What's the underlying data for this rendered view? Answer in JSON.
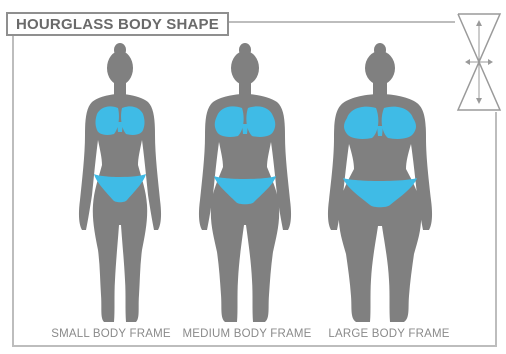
{
  "title": "HOURGLASS BODY SHAPE",
  "colors": {
    "body": "#808080",
    "swimsuit": "#3fbbe6",
    "border": "#bdbdbd",
    "title_text": "#6a6a6a",
    "caption_text": "#8a8a8a"
  },
  "icon": "hourglass-shape-icon",
  "figures": [
    {
      "label": "SMALL BODY FRAME"
    },
    {
      "label": "MEDIUM BODY FRAME"
    },
    {
      "label": "LARGE BODY FRAME"
    }
  ]
}
